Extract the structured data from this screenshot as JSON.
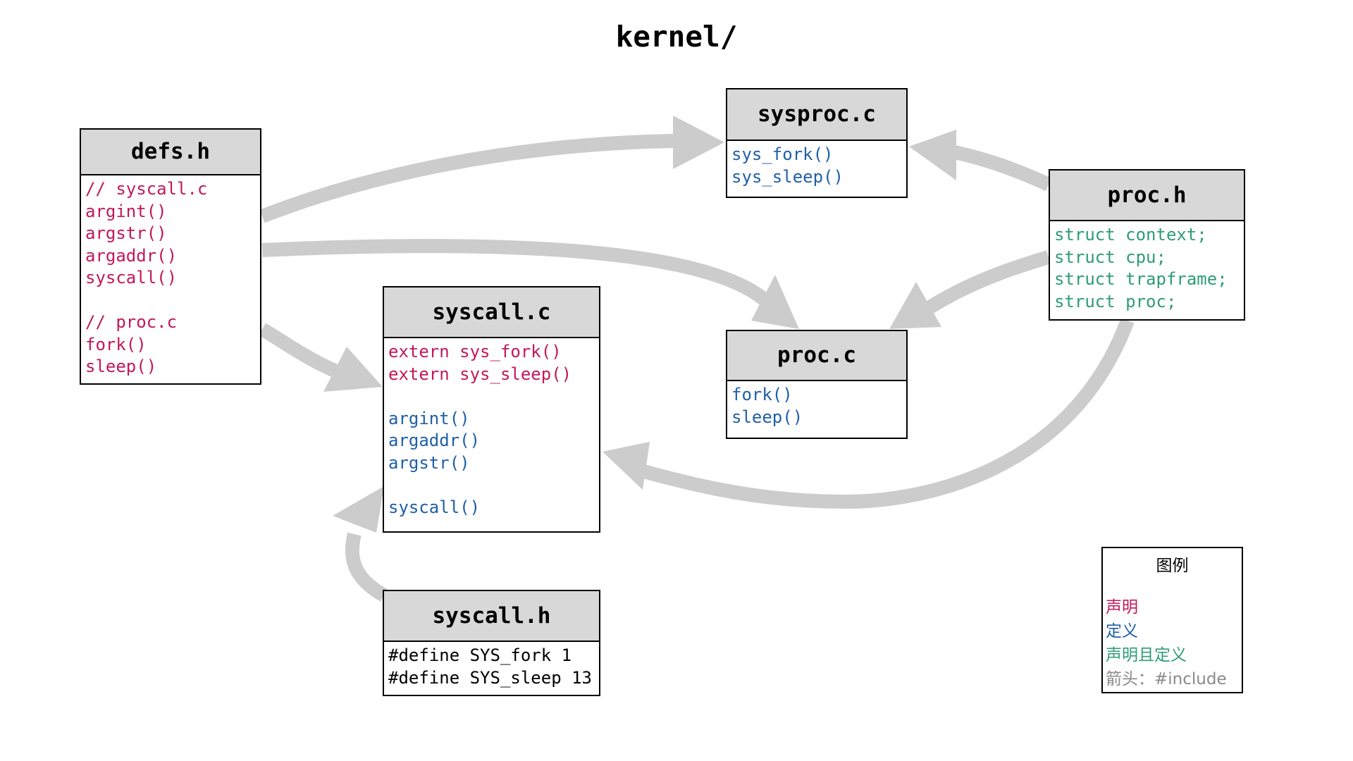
{
  "title": "kernel/",
  "boxes": {
    "defs_h": {
      "title": "defs.h",
      "lines": [
        "// syscall.c",
        "argint()",
        "argstr()",
        "argaddr()",
        "syscall()",
        "",
        "// proc.c",
        "fork()",
        "sleep()"
      ]
    },
    "sysproc_c": {
      "title": "sysproc.c",
      "lines": [
        "sys_fork()",
        "sys_sleep()"
      ]
    },
    "proc_h": {
      "title": "proc.h",
      "lines": [
        "struct context;",
        "struct cpu;",
        "struct trapframe;",
        "struct proc;"
      ]
    },
    "syscall_c": {
      "title": "syscall.c",
      "lines": [
        "extern sys_fork()",
        "extern sys_sleep()",
        "",
        "argint()",
        "argaddr()",
        "argstr()",
        "",
        "syscall()"
      ]
    },
    "proc_c": {
      "title": "proc.c",
      "lines": [
        "fork()",
        "sleep()"
      ]
    },
    "syscall_h": {
      "title": "syscall.h",
      "lines": [
        "#define SYS_fork 1",
        "#define SYS_sleep 13"
      ]
    }
  },
  "legend": {
    "title": "图例",
    "declaration": "声明",
    "definition": "定义",
    "both": "声明且定义",
    "arrow": "箭头：#include"
  },
  "colors": {
    "declaration": "#c2185b",
    "definition": "#1f5fa8",
    "both": "#2e9c77",
    "arrow": "#cccccc",
    "header_fill": "#d8d8d8"
  }
}
